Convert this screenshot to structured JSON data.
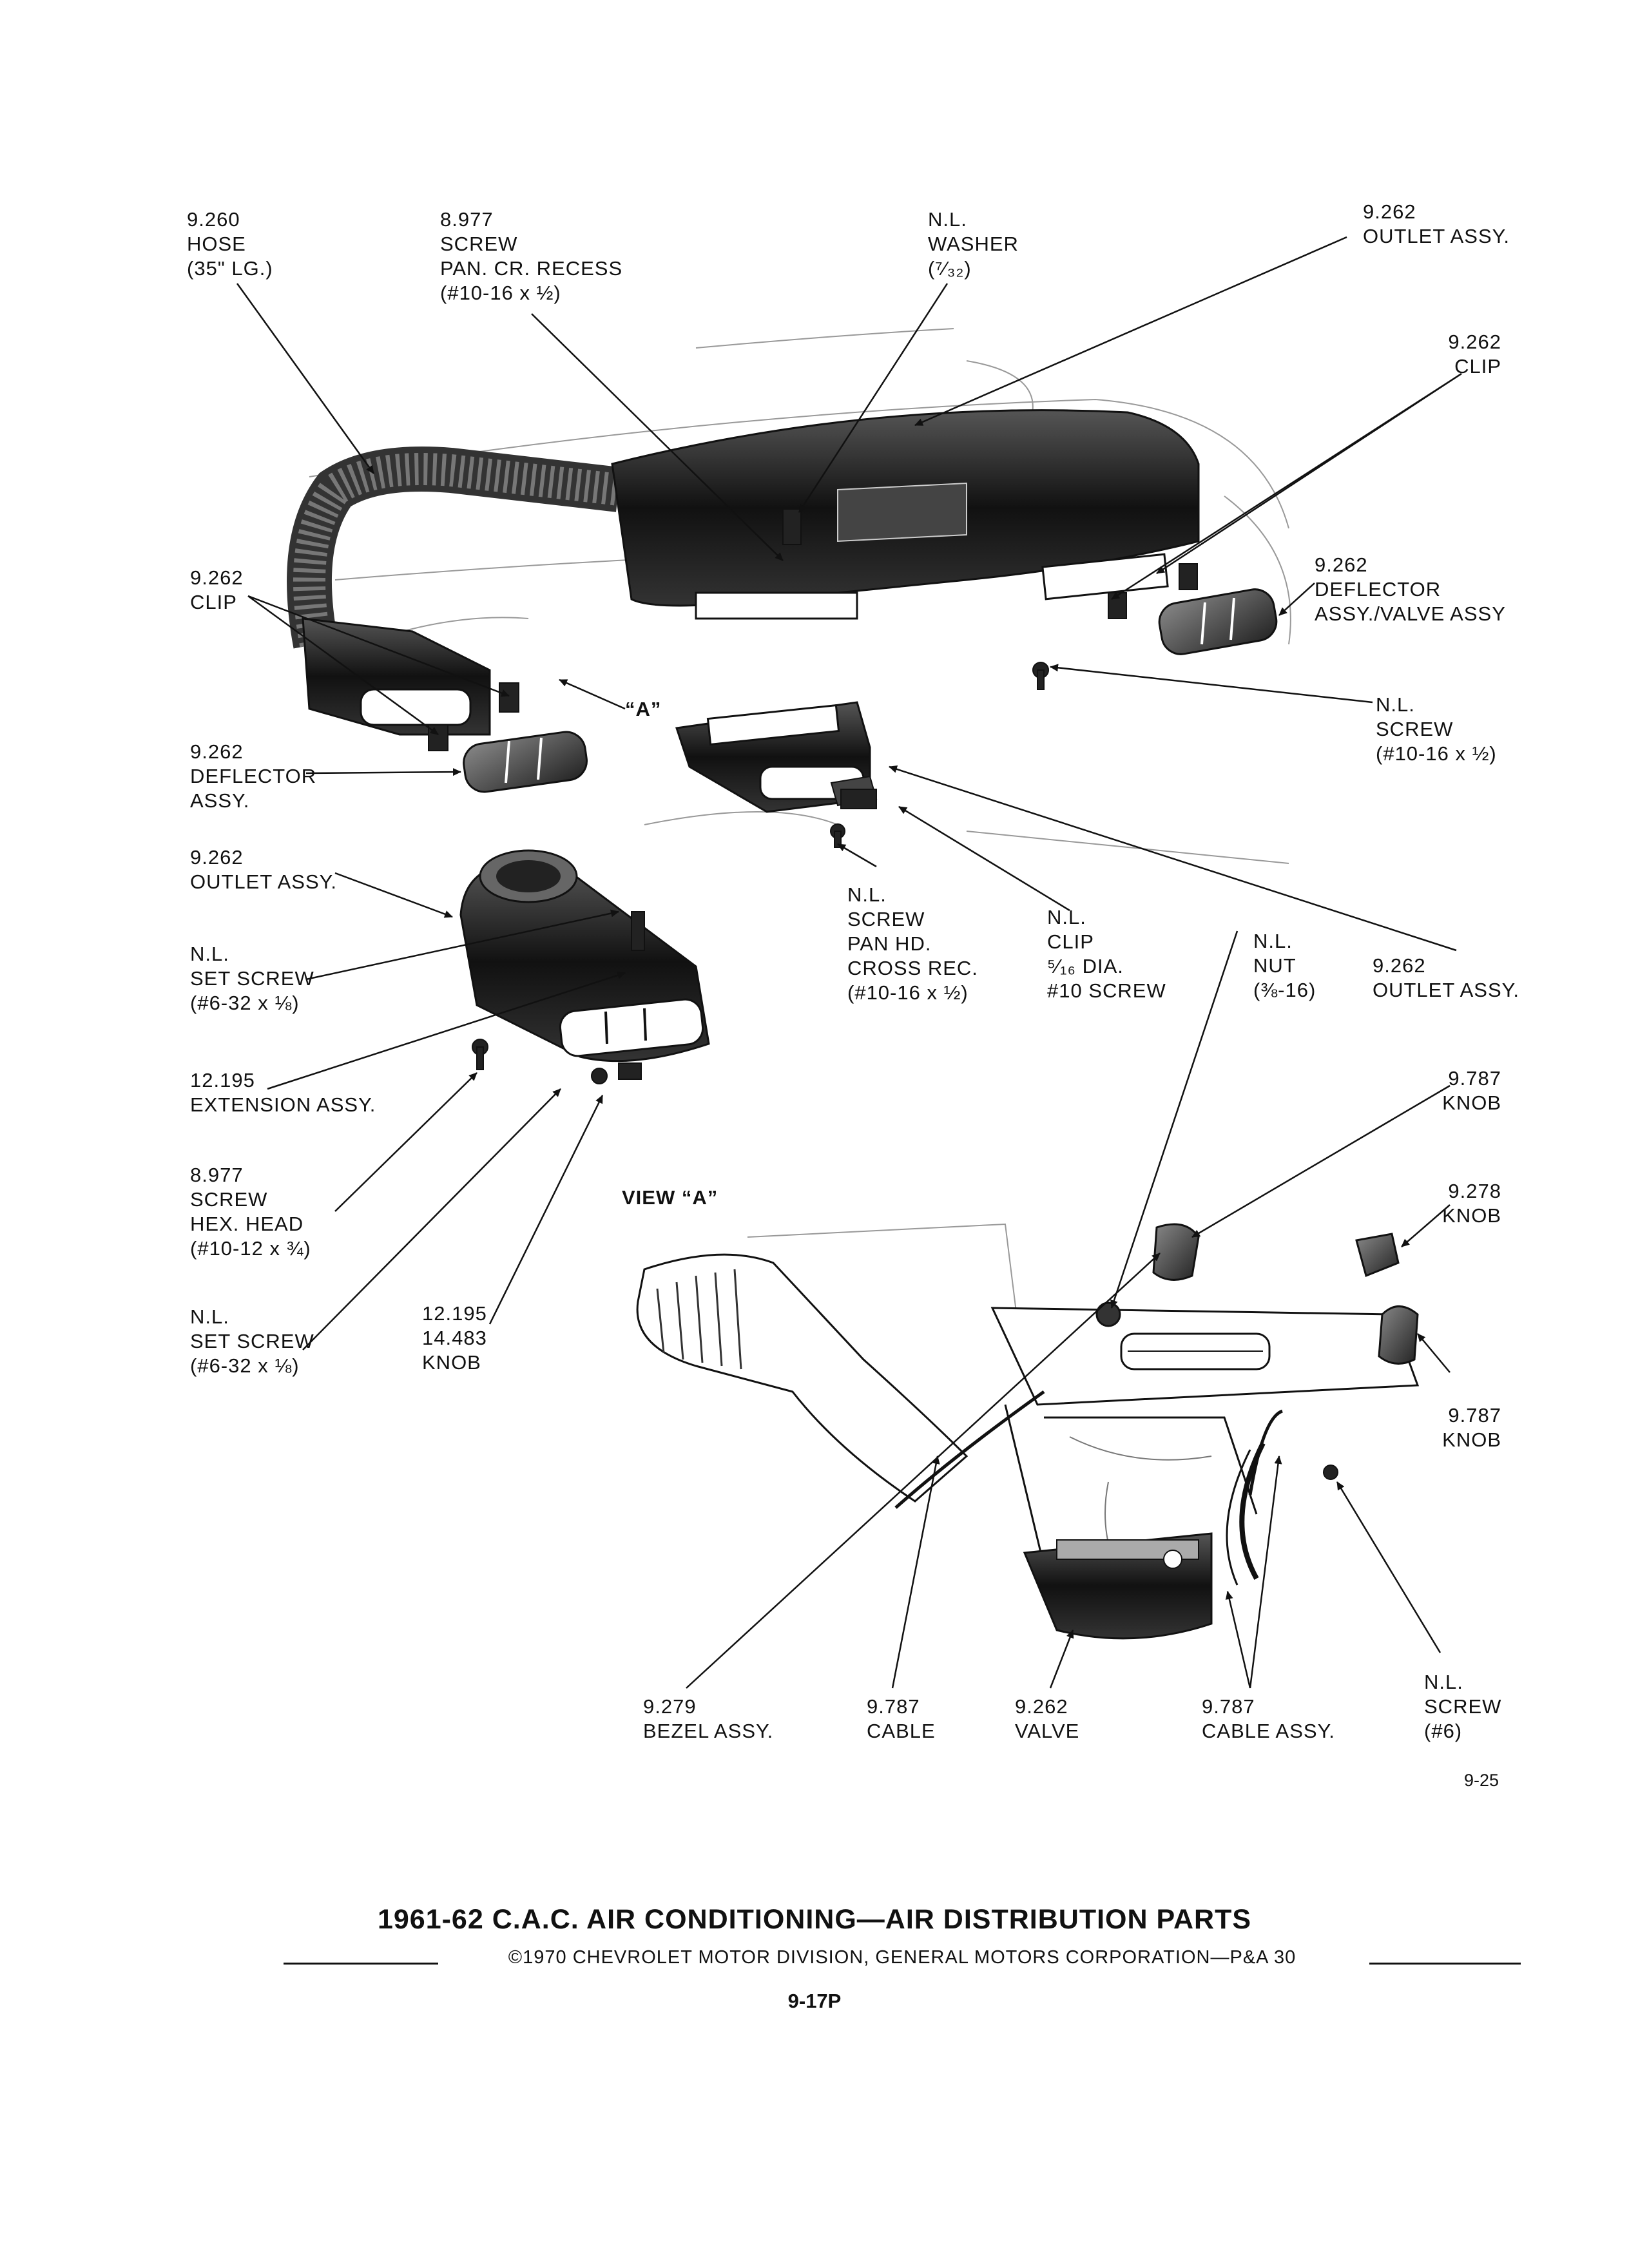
{
  "labels": {
    "hose": [
      "9.260",
      "HOSE",
      "(35\" LG.)"
    ],
    "screw_pan_cr": [
      "8.977",
      "SCREW",
      "PAN. CR. RECESS",
      "(#10-16 x ½)"
    ],
    "washer": [
      "N.L.",
      "WASHER",
      "(⁷⁄₃₂)"
    ],
    "outlet_top_right": [
      "9.262",
      "OUTLET ASSY."
    ],
    "clip_right": [
      "9.262",
      "CLIP"
    ],
    "clip_left": [
      "9.262",
      "CLIP"
    ],
    "deflector_valve": [
      "9.262",
      "DEFLECTOR",
      "ASSY./VALVE ASSY"
    ],
    "view_a_arrow": "“A”",
    "screw_right": [
      "N.L.",
      "SCREW",
      "(#10-16 x ½)"
    ],
    "deflector_left": [
      "9.262",
      "DEFLECTOR",
      "ASSY."
    ],
    "outlet_left": [
      "9.262",
      "OUTLET ASSY."
    ],
    "set_screw_upper": [
      "N.L.",
      "SET SCREW",
      "(#6-32 x ⅛)"
    ],
    "screw_pan_hd": [
      "N.L.",
      "SCREW",
      "PAN HD.",
      "CROSS REC.",
      "(#10-16 x ½)"
    ],
    "clip_center": [
      "N.L.",
      "CLIP",
      "⁵⁄₁₆ DIA.",
      "#10 SCREW"
    ],
    "nut": [
      "N.L.",
      "NUT",
      "(⅜-16)"
    ],
    "outlet_mid_right": [
      "9.262",
      "OUTLET ASSY."
    ],
    "extension": [
      "12.195",
      "EXTENSION ASSY."
    ],
    "knob_9787_top": [
      "9.787",
      "KNOB"
    ],
    "screw_hex": [
      "8.977",
      "SCREW",
      "HEX. HEAD",
      "(#10-12 x ¾)"
    ],
    "view_a": "VIEW “A”",
    "knob_9278": [
      "9.278",
      "KNOB"
    ],
    "set_screw_lower": [
      "N.L.",
      "SET SCREW",
      "(#6-32 x ⅛)"
    ],
    "knob_12195": [
      "12.195",
      "14.483",
      "KNOB"
    ],
    "knob_9787_lower": [
      "9.787",
      "KNOB"
    ],
    "bezel": [
      "9.279",
      "BEZEL ASSY."
    ],
    "cable": [
      "9.787",
      "CABLE"
    ],
    "valve": [
      "9.262",
      "VALVE"
    ],
    "cable_assy": [
      "9.787",
      "CABLE ASSY."
    ],
    "screw_6": [
      "N.L.",
      "SCREW",
      "(#6)"
    ]
  },
  "figure_number": "9-25",
  "title": "1961-62 C.A.C. AIR CONDITIONING—AIR DISTRIBUTION PARTS",
  "copyright": "©1970 CHEVROLET MOTOR DIVISION, GENERAL MOTORS CORPORATION—P&A 30",
  "page_number": "9-17P",
  "colors": {
    "ink": "#111111",
    "paper": "#ffffff"
  }
}
